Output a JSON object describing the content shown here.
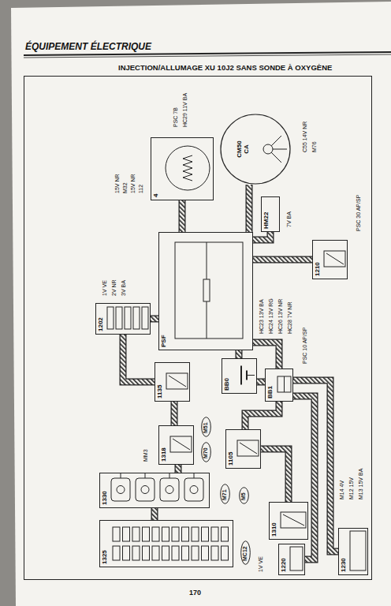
{
  "diagram": {
    "title": "INJECTION/ALLUMAGE XU 10J2 SANS SONDE À OXYGÈNE",
    "nodes": [
      {
        "text": [
          "1202"
        ]
      },
      {
        "text": [
          "1135"
        ]
      },
      {
        "text": [
          "1318"
        ]
      },
      {
        "text": [
          "1330"
        ]
      },
      {
        "text": [
          "1325"
        ]
      },
      {
        "text": [
          "PSF"
        ]
      },
      {
        "text": [
          "BB0"
        ]
      },
      {
        "text": [
          "BB1"
        ]
      },
      {
        "text": [
          "4"
        ]
      },
      {
        "text": [
          "CM50",
          "CA"
        ]
      },
      {
        "text": [
          "HM22"
        ]
      },
      {
        "text": [
          "1210"
        ]
      },
      {
        "text": [
          "1105"
        ]
      },
      {
        "text": [
          "1310"
        ]
      },
      {
        "text": [
          "1220"
        ]
      },
      {
        "text": [
          "1230"
        ]
      },
      {
        "text": [
          "M71"
        ]
      },
      {
        "text": [
          "M5"
        ]
      },
      {
        "text": [
          "M70"
        ]
      },
      {
        "text": [
          "M51"
        ]
      },
      {
        "text": [
          "MC12"
        ]
      }
    ],
    "edges": [
      {
        "from": 5,
        "to": 8,
        "arrow": "none"
      },
      {
        "from": 5,
        "to": 9,
        "arrow": "none"
      },
      {
        "from": 5,
        "to": 10,
        "arrow": "none"
      },
      {
        "from": 5,
        "to": 11,
        "arrow": "none"
      },
      {
        "from": 0,
        "to": 5,
        "arrow": "none"
      },
      {
        "from": 0,
        "to": 1,
        "arrow": "none"
      },
      {
        "from": 1,
        "to": 2,
        "arrow": "none"
      },
      {
        "from": 2,
        "to": 3,
        "arrow": "none"
      },
      {
        "from": 3,
        "to": 4,
        "arrow": "none"
      },
      {
        "from": 5,
        "to": 6,
        "arrow": "none"
      },
      {
        "from": 6,
        "to": 7,
        "arrow": "none"
      },
      {
        "from": 7,
        "to": 5,
        "arrow": "none"
      },
      {
        "from": 7,
        "to": 12,
        "arrow": "none"
      },
      {
        "from": 12,
        "to": 13,
        "arrow": "none"
      },
      {
        "from": 7,
        "to": 15,
        "arrow": "none"
      },
      {
        "from": 7,
        "to": 14,
        "arrow": "none"
      }
    ],
    "labels": [
      "ÉQUIPEMENT ÉLECTRIQUE",
      "170",
      "15V NR",
      "M32",
      "15V NR",
      "112",
      "PSC 7B",
      "HC29 11V BA",
      "C55 14V NR",
      "M76",
      "7V BA",
      "PSC 30 AP/SP",
      "HC23 13V BA",
      "HC24 13V RG",
      "HC26 13V NR",
      "HC28 7V NR",
      "PSC 10 AP/SP",
      "1V VE",
      "2V NR",
      "3V BA",
      "MM3",
      "M14 4V",
      "M12 15V",
      "M13 15V BA",
      "1V VE"
    ]
  }
}
